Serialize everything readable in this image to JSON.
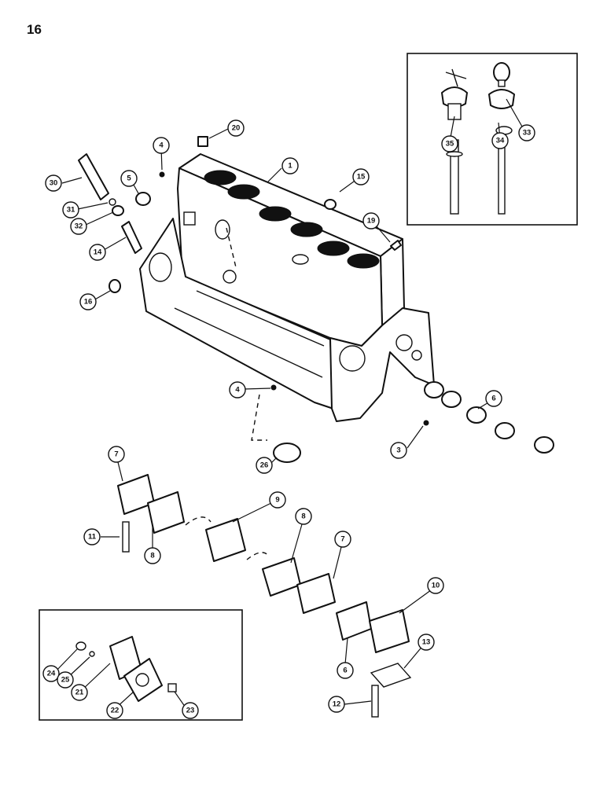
{
  "page_number": "16",
  "callouts": {
    "c1": "1",
    "c3": "3",
    "c4a": "4",
    "c4b": "4",
    "c5": "5",
    "c6a": "6",
    "c6b": "6",
    "c7a": "7",
    "c7b": "7",
    "c8a": "8",
    "c8b": "8",
    "c9": "9",
    "c10": "10",
    "c11": "11",
    "c12": "12",
    "c13": "13",
    "c14": "14",
    "c15": "15",
    "c16": "16",
    "c19": "19",
    "c20": "20",
    "c21": "21",
    "c22": "22",
    "c23": "23",
    "c24": "24",
    "c25": "25",
    "c26": "26",
    "c30": "30",
    "c31": "31",
    "c32": "32",
    "c33": "33",
    "c34": "34",
    "c35": "35"
  }
}
